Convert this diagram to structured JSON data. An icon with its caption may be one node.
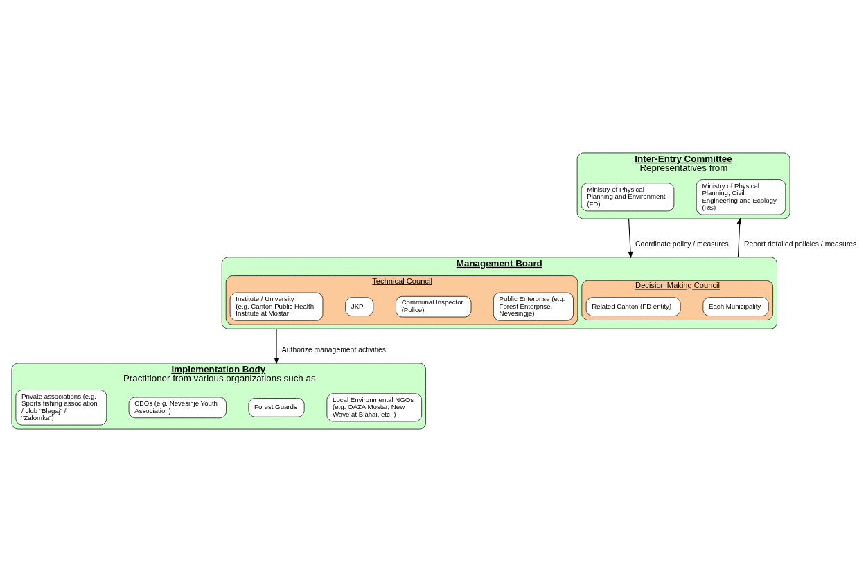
{
  "diagram": {
    "nodes": [
      {
        "text": [
          "Inter-Entry Committee",
          "Representatives from"
        ]
      },
      {
        "text": [
          "Ministry of Physical Planning and Environment (FD)"
        ],
        "in": 0
      },
      {
        "text": [
          "Ministry of Physical Planning, Civil Engineering and Ecology (RS)"
        ],
        "in": 0
      },
      {
        "text": [
          "Management Board"
        ]
      },
      {
        "text": [
          "Decision Making Council"
        ],
        "in": 3
      },
      {
        "text": [
          "Related Canton (FD entity)"
        ],
        "in": 4
      },
      {
        "text": [
          "Each Municipality"
        ],
        "in": 4
      },
      {
        "text": [
          "Technical Council"
        ],
        "in": 3
      },
      {
        "text": [
          "Institute / University (e.g. Canton Public Health Institute at Mostar"
        ],
        "in": 7
      },
      {
        "text": [
          "JKP"
        ],
        "in": 7
      },
      {
        "text": [
          "Communal Inspector (Police)"
        ],
        "in": 7
      },
      {
        "text": [
          "Public Enterprise (e.g. Forest Enterprise, Nevesingje)"
        ],
        "in": 7
      },
      {
        "text": [
          "Implementation Body",
          "Practitioner from various organizations such as"
        ]
      },
      {
        "text": [
          "Private associations (e.g. Sports fishing association / club “Blagaj” / “Zalomka”)"
        ],
        "in": 12
      },
      {
        "text": [
          "CBOs (e.g. Nevesinje Youth Association)"
        ],
        "in": 12
      },
      {
        "text": [
          "Forest Guards"
        ],
        "in": 12
      },
      {
        "text": [
          "Local Environmental NGOs (e.g. OAZA Mostar, New Wave at Blahai, etc. )"
        ],
        "in": 12
      }
    ],
    "edges": [
      {
        "from": 0,
        "to": 3,
        "arrow": "to",
        "label": "Coordinate policy / measures"
      },
      {
        "from": 3,
        "to": 0,
        "arrow": "to",
        "label": "Report detailed policies / measures"
      },
      {
        "from": 3,
        "to": 12,
        "arrow": "to",
        "label": "Authorize management activities"
      }
    ]
  }
}
